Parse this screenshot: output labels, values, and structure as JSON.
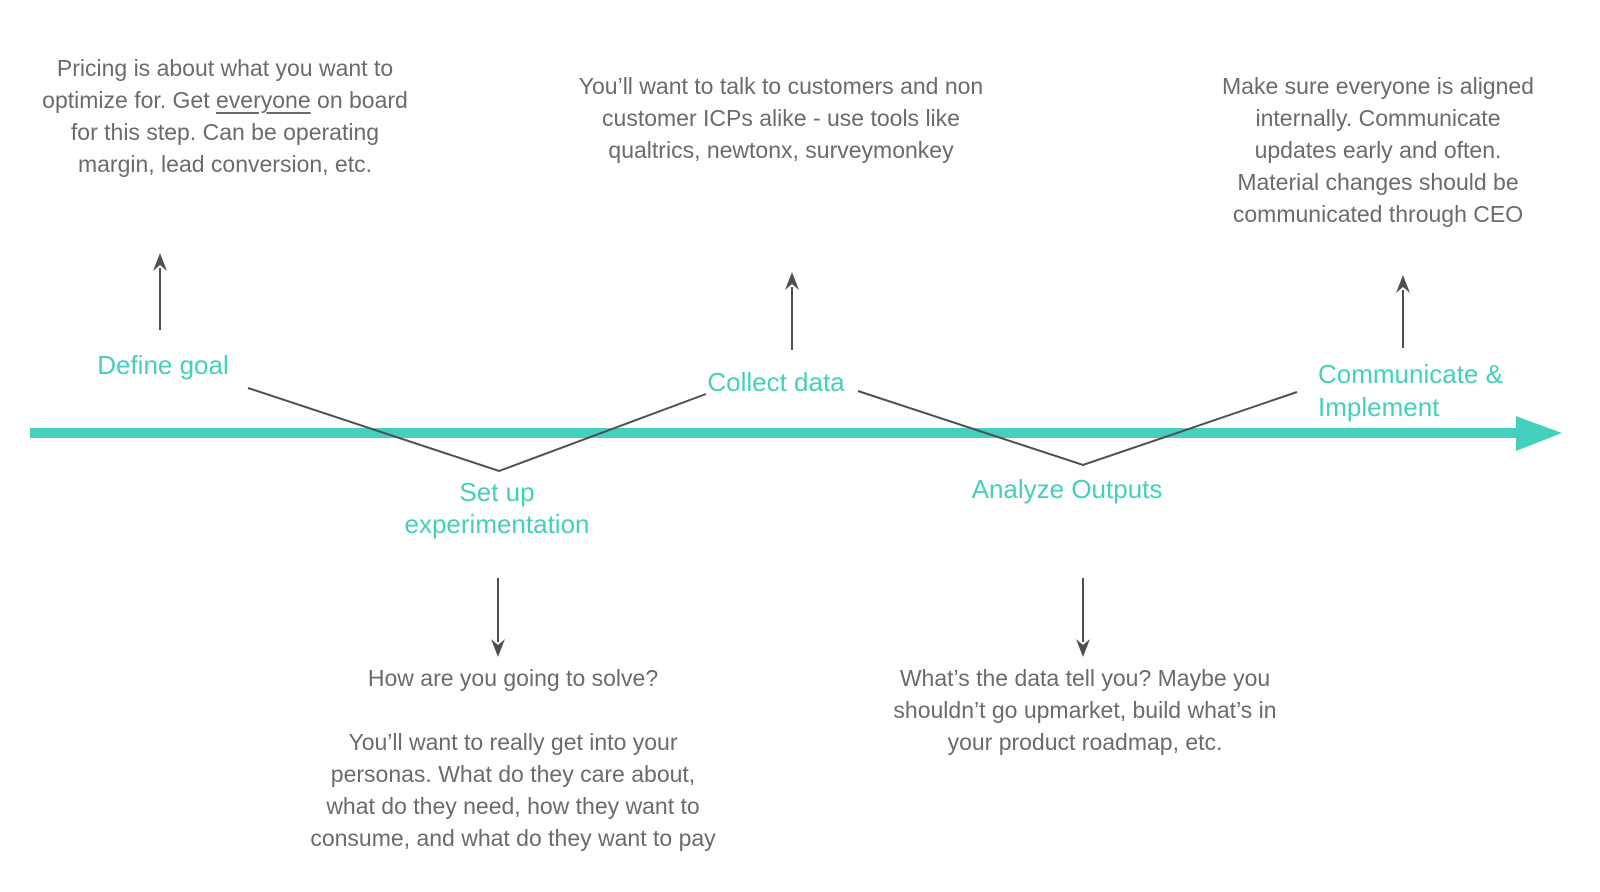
{
  "diagram": {
    "type": "timeline-process",
    "subject": "pricing-process"
  },
  "colors": {
    "accent": "#45d0bd",
    "body_text": "#6b6b6b",
    "connector": "#4f4f4f",
    "background": "#ffffff"
  },
  "icons": {
    "timeline_arrow": "solid teal right-pointing arrow",
    "up_arrow": "thin dark upward arrow",
    "down_arrow": "thin dark downward arrow"
  },
  "steps": [
    {
      "label": "Define goal",
      "position": "above-line"
    },
    {
      "lines": [
        "Set up",
        "experimentation"
      ],
      "position": "below-line"
    },
    {
      "label": "Collect data",
      "position": "above-line"
    },
    {
      "label": "Analyze Outputs",
      "position": "below-line"
    },
    {
      "lines": [
        "Communicate &",
        "Implement"
      ],
      "position": "above-line"
    }
  ],
  "annotations": {
    "define_goal": {
      "line1": "Pricing is about what you want to",
      "line2_pre": "optimize for. Get ",
      "line2_underline": "everyone",
      "line2_post": " on board",
      "line3": "for this step. Can be operating",
      "line4": "margin, lead conversion, etc."
    },
    "collect_data": {
      "lines": [
        "You’ll want to talk to customers and non",
        "customer ICPs alike - use tools like",
        "qualtrics, newtonx, surveymonkey"
      ]
    },
    "communicate_implement": {
      "lines": [
        "Make sure everyone is aligned",
        "internally. Communicate",
        "updates early and often.",
        "Material changes should be",
        "communicated through CEO"
      ]
    },
    "set_up_experimentation": {
      "heading": "How are you going to solve?",
      "lines": [
        "You’ll want to really get into your",
        "personas. What do they care about,",
        "what do they need, how they want to",
        "consume, and what do they want to pay"
      ]
    },
    "analyze_outputs": {
      "lines": [
        "What’s the data tell you? Maybe you",
        "shouldn’t go upmarket, build what’s in",
        "your product roadmap, etc."
      ]
    }
  }
}
